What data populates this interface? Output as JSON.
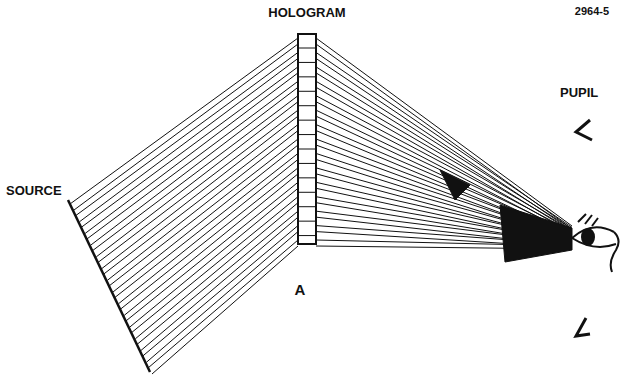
{
  "diagram": {
    "labels": [
      "HOLOGRAM",
      "2964-5",
      "SOURCE",
      "PUPIL",
      "A"
    ]
  }
}
